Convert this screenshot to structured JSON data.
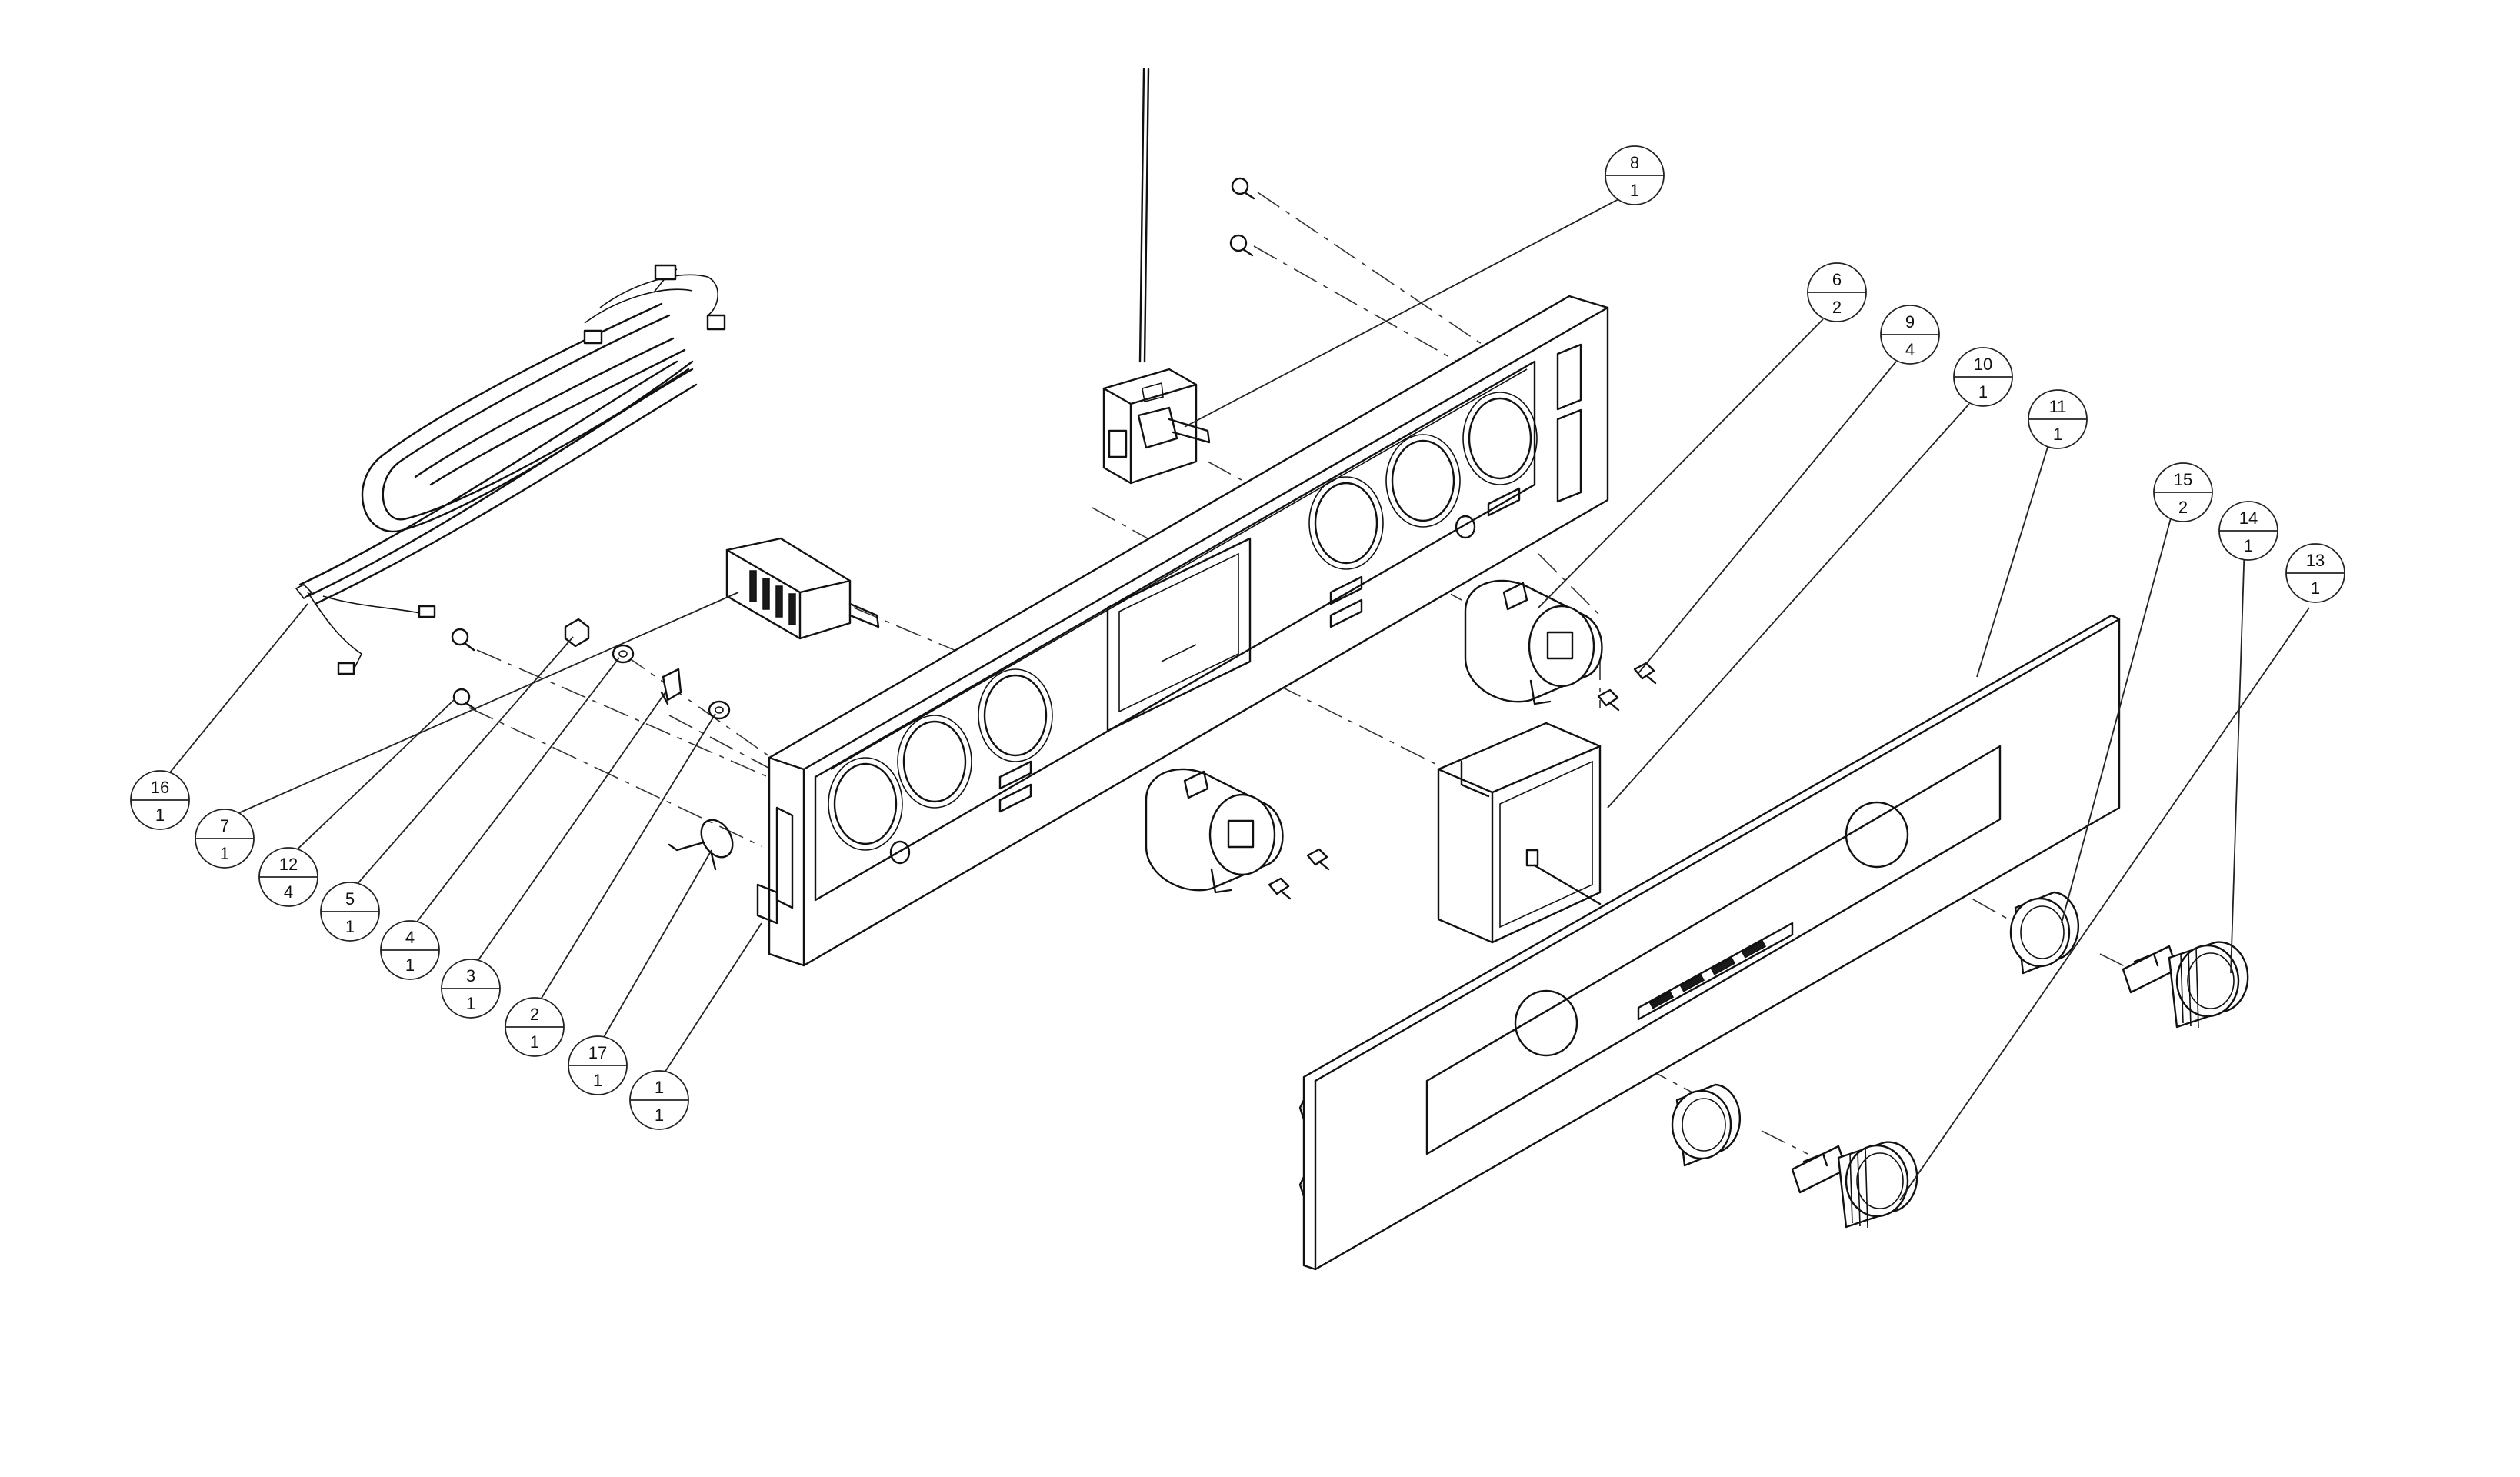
{
  "callouts": [
    {
      "item": "1",
      "qty": "1"
    },
    {
      "item": "2",
      "qty": "1"
    },
    {
      "item": "3",
      "qty": "1"
    },
    {
      "item": "4",
      "qty": "1"
    },
    {
      "item": "5",
      "qty": "1"
    },
    {
      "item": "6",
      "qty": "2"
    },
    {
      "item": "7",
      "qty": "1"
    },
    {
      "item": "8",
      "qty": "1"
    },
    {
      "item": "9",
      "qty": "4"
    },
    {
      "item": "10",
      "qty": "1"
    },
    {
      "item": "11",
      "qty": "1"
    },
    {
      "item": "12",
      "qty": "4"
    },
    {
      "item": "13",
      "qty": "1"
    },
    {
      "item": "14",
      "qty": "1"
    },
    {
      "item": "15",
      "qty": "2"
    },
    {
      "item": "16",
      "qty": "1"
    },
    {
      "item": "17",
      "qty": "1"
    }
  ]
}
